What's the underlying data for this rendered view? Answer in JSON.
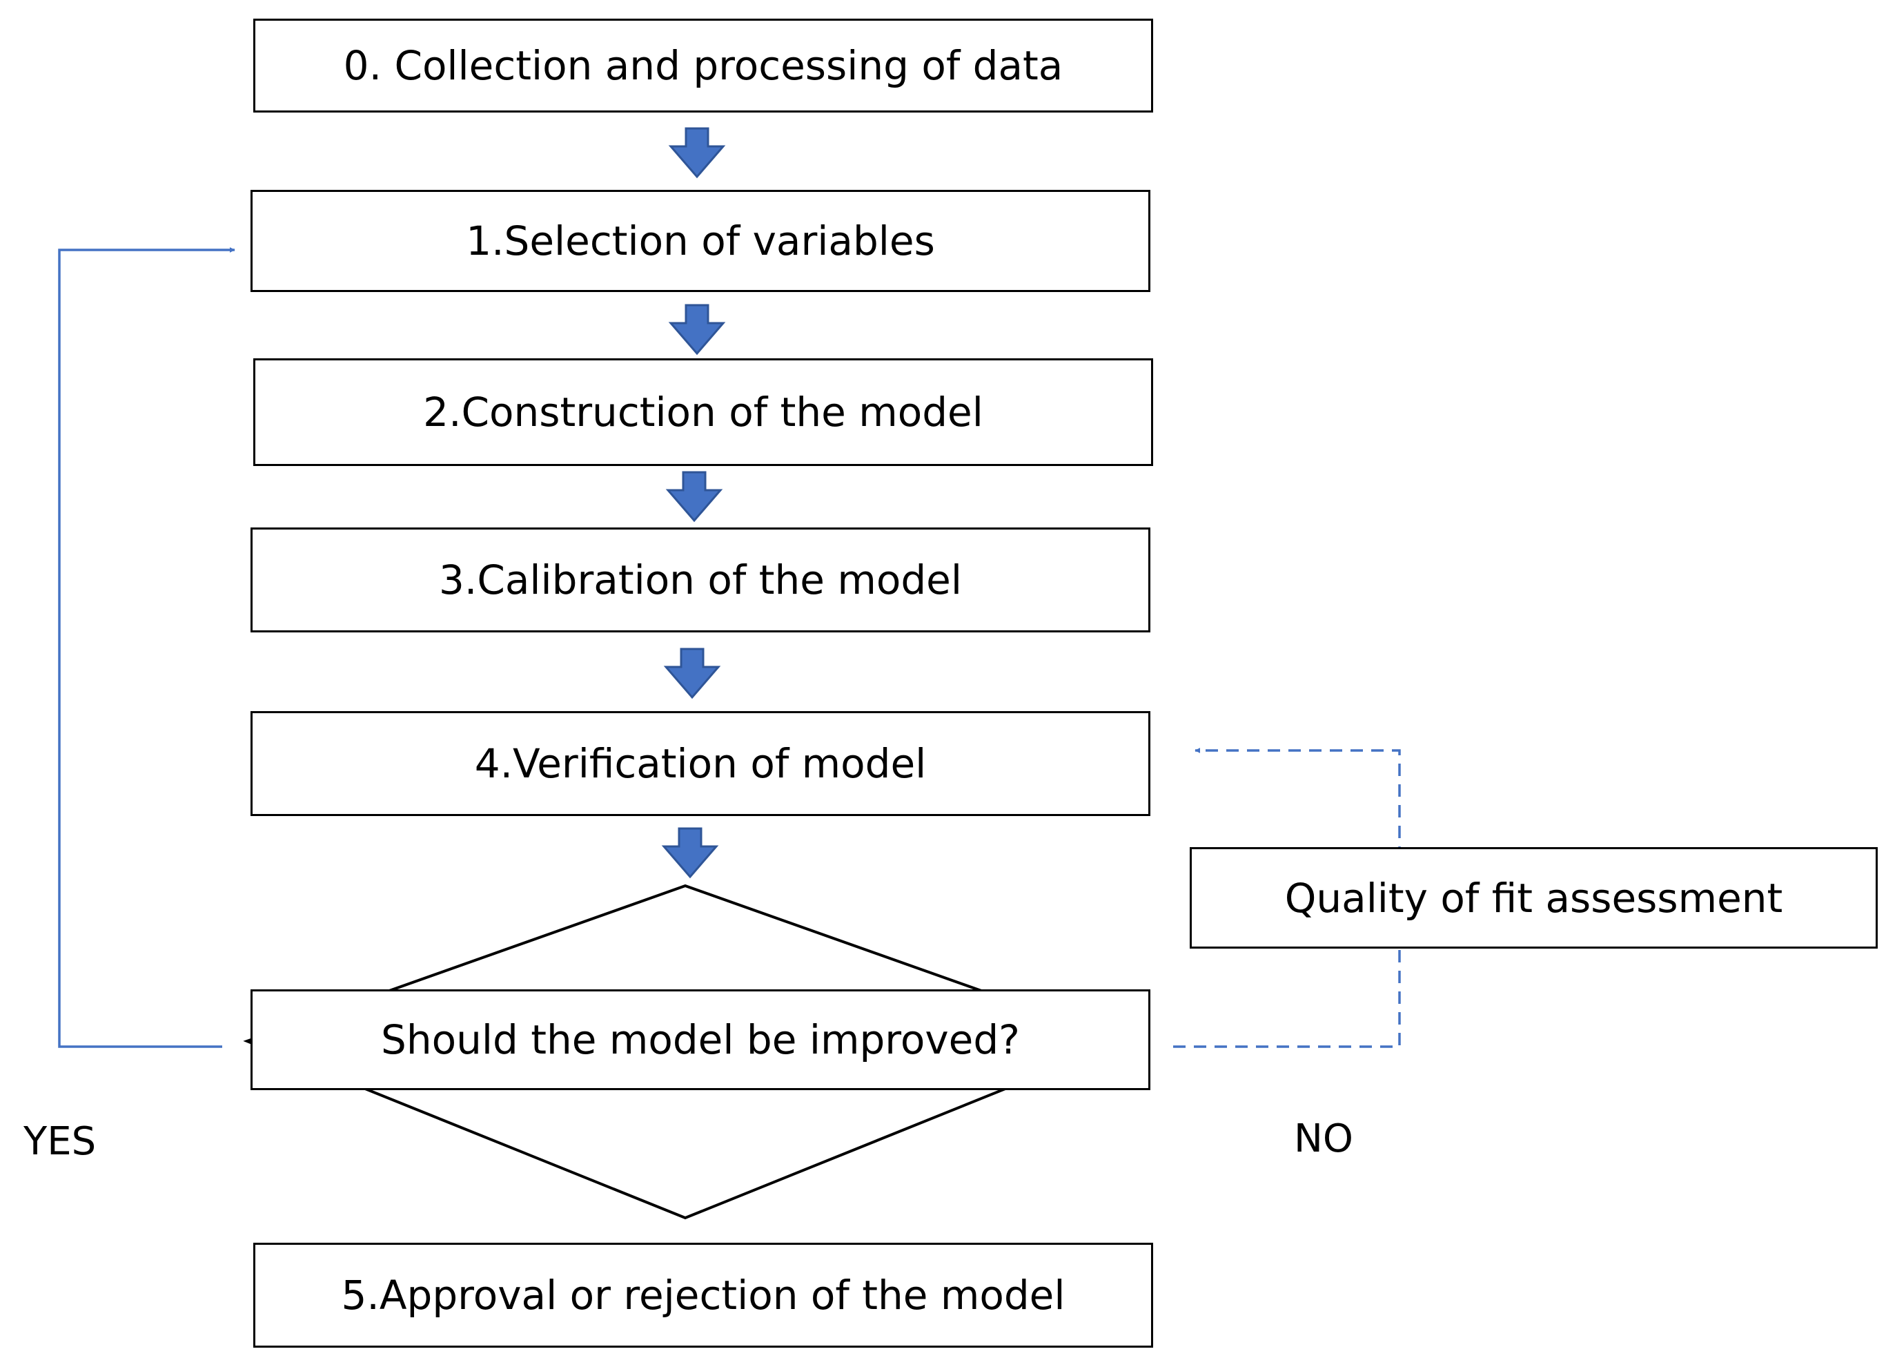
{
  "steps": [
    {
      "id": "step-0",
      "label": "0. Collection and processing of data"
    },
    {
      "id": "step-1",
      "label": "1.Selection of variables"
    },
    {
      "id": "step-2",
      "label": "2.Construction of the model"
    },
    {
      "id": "step-3",
      "label": "3.Calibration of the model"
    },
    {
      "id": "step-4",
      "label": "4.Verification of model"
    },
    {
      "id": "step-5",
      "label": "5.Approval or rejection of the model"
    }
  ],
  "decision": {
    "label": "Should the model be improved?"
  },
  "assessment": {
    "label": "Quality of fit assessment"
  },
  "branches": {
    "yes": "YES",
    "no": "NO"
  },
  "colors": {
    "arrow_fill": "#4472C4",
    "arrow_stroke": "#2F5597",
    "connector": "#4472C4",
    "border": "#000000"
  }
}
